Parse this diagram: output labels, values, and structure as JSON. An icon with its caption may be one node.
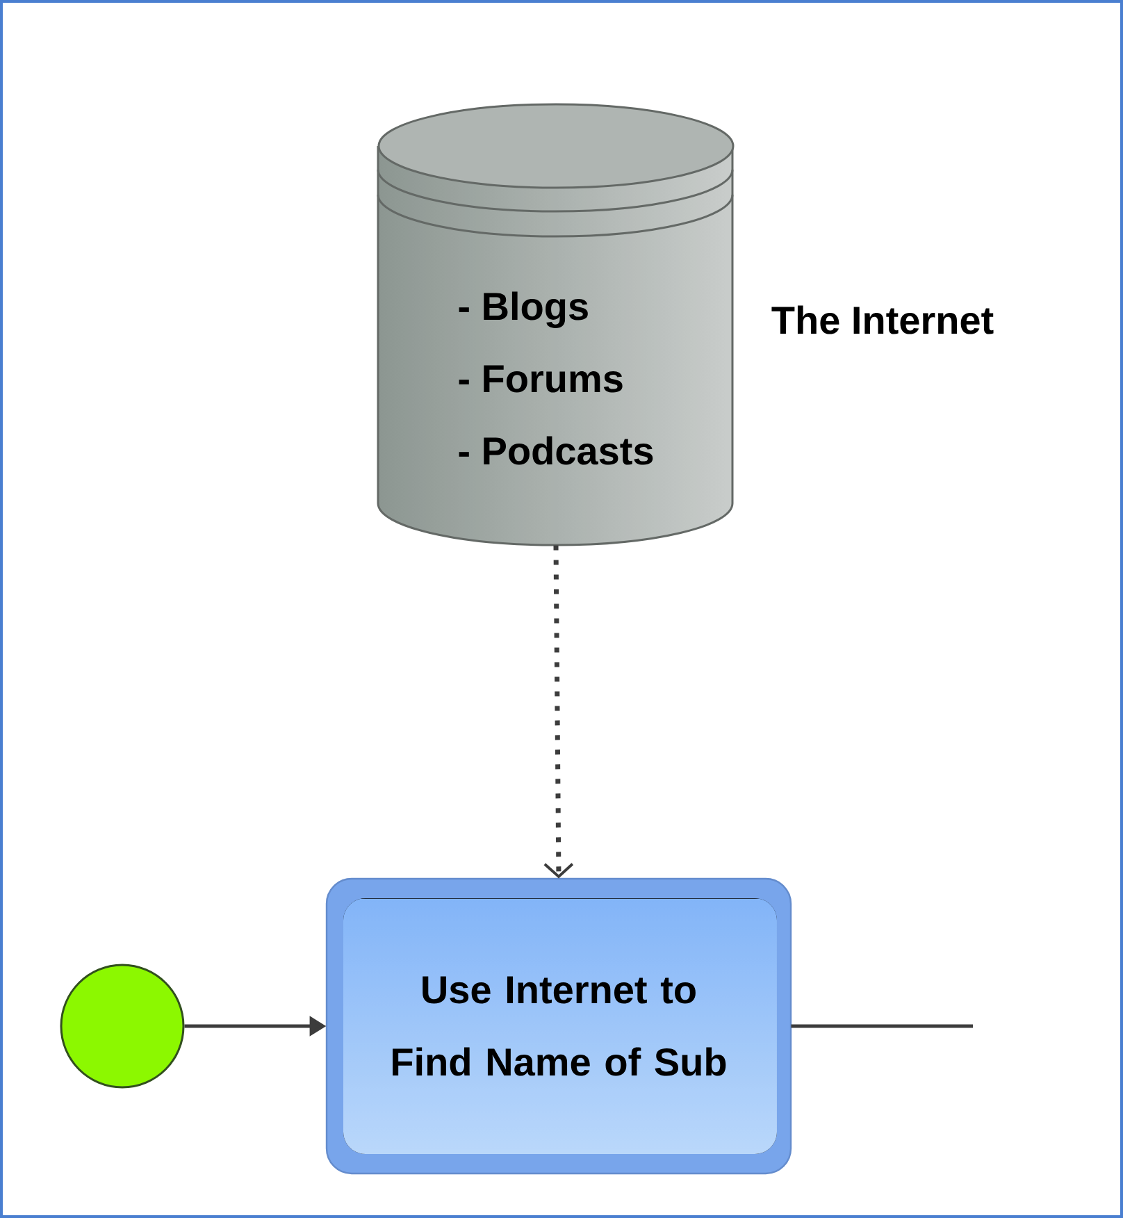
{
  "diagram": {
    "nodes": [
      {
        "text": [
          "- Blogs",
          "- Forums",
          "- Podcasts"
        ],
        "beside": [
          "The Internet"
        ]
      },
      {
        "text": [],
        "shape": "circle"
      },
      {
        "text": [
          "Use Internet to Find Name of Sub"
        ]
      }
    ],
    "edges": [
      {
        "from": 0,
        "to": 2,
        "arrow": "to",
        "style": "dashed"
      },
      {
        "from": 1,
        "to": 2,
        "arrow": "to"
      },
      {
        "from": 2,
        "to": null,
        "arrow": "none"
      }
    ]
  }
}
